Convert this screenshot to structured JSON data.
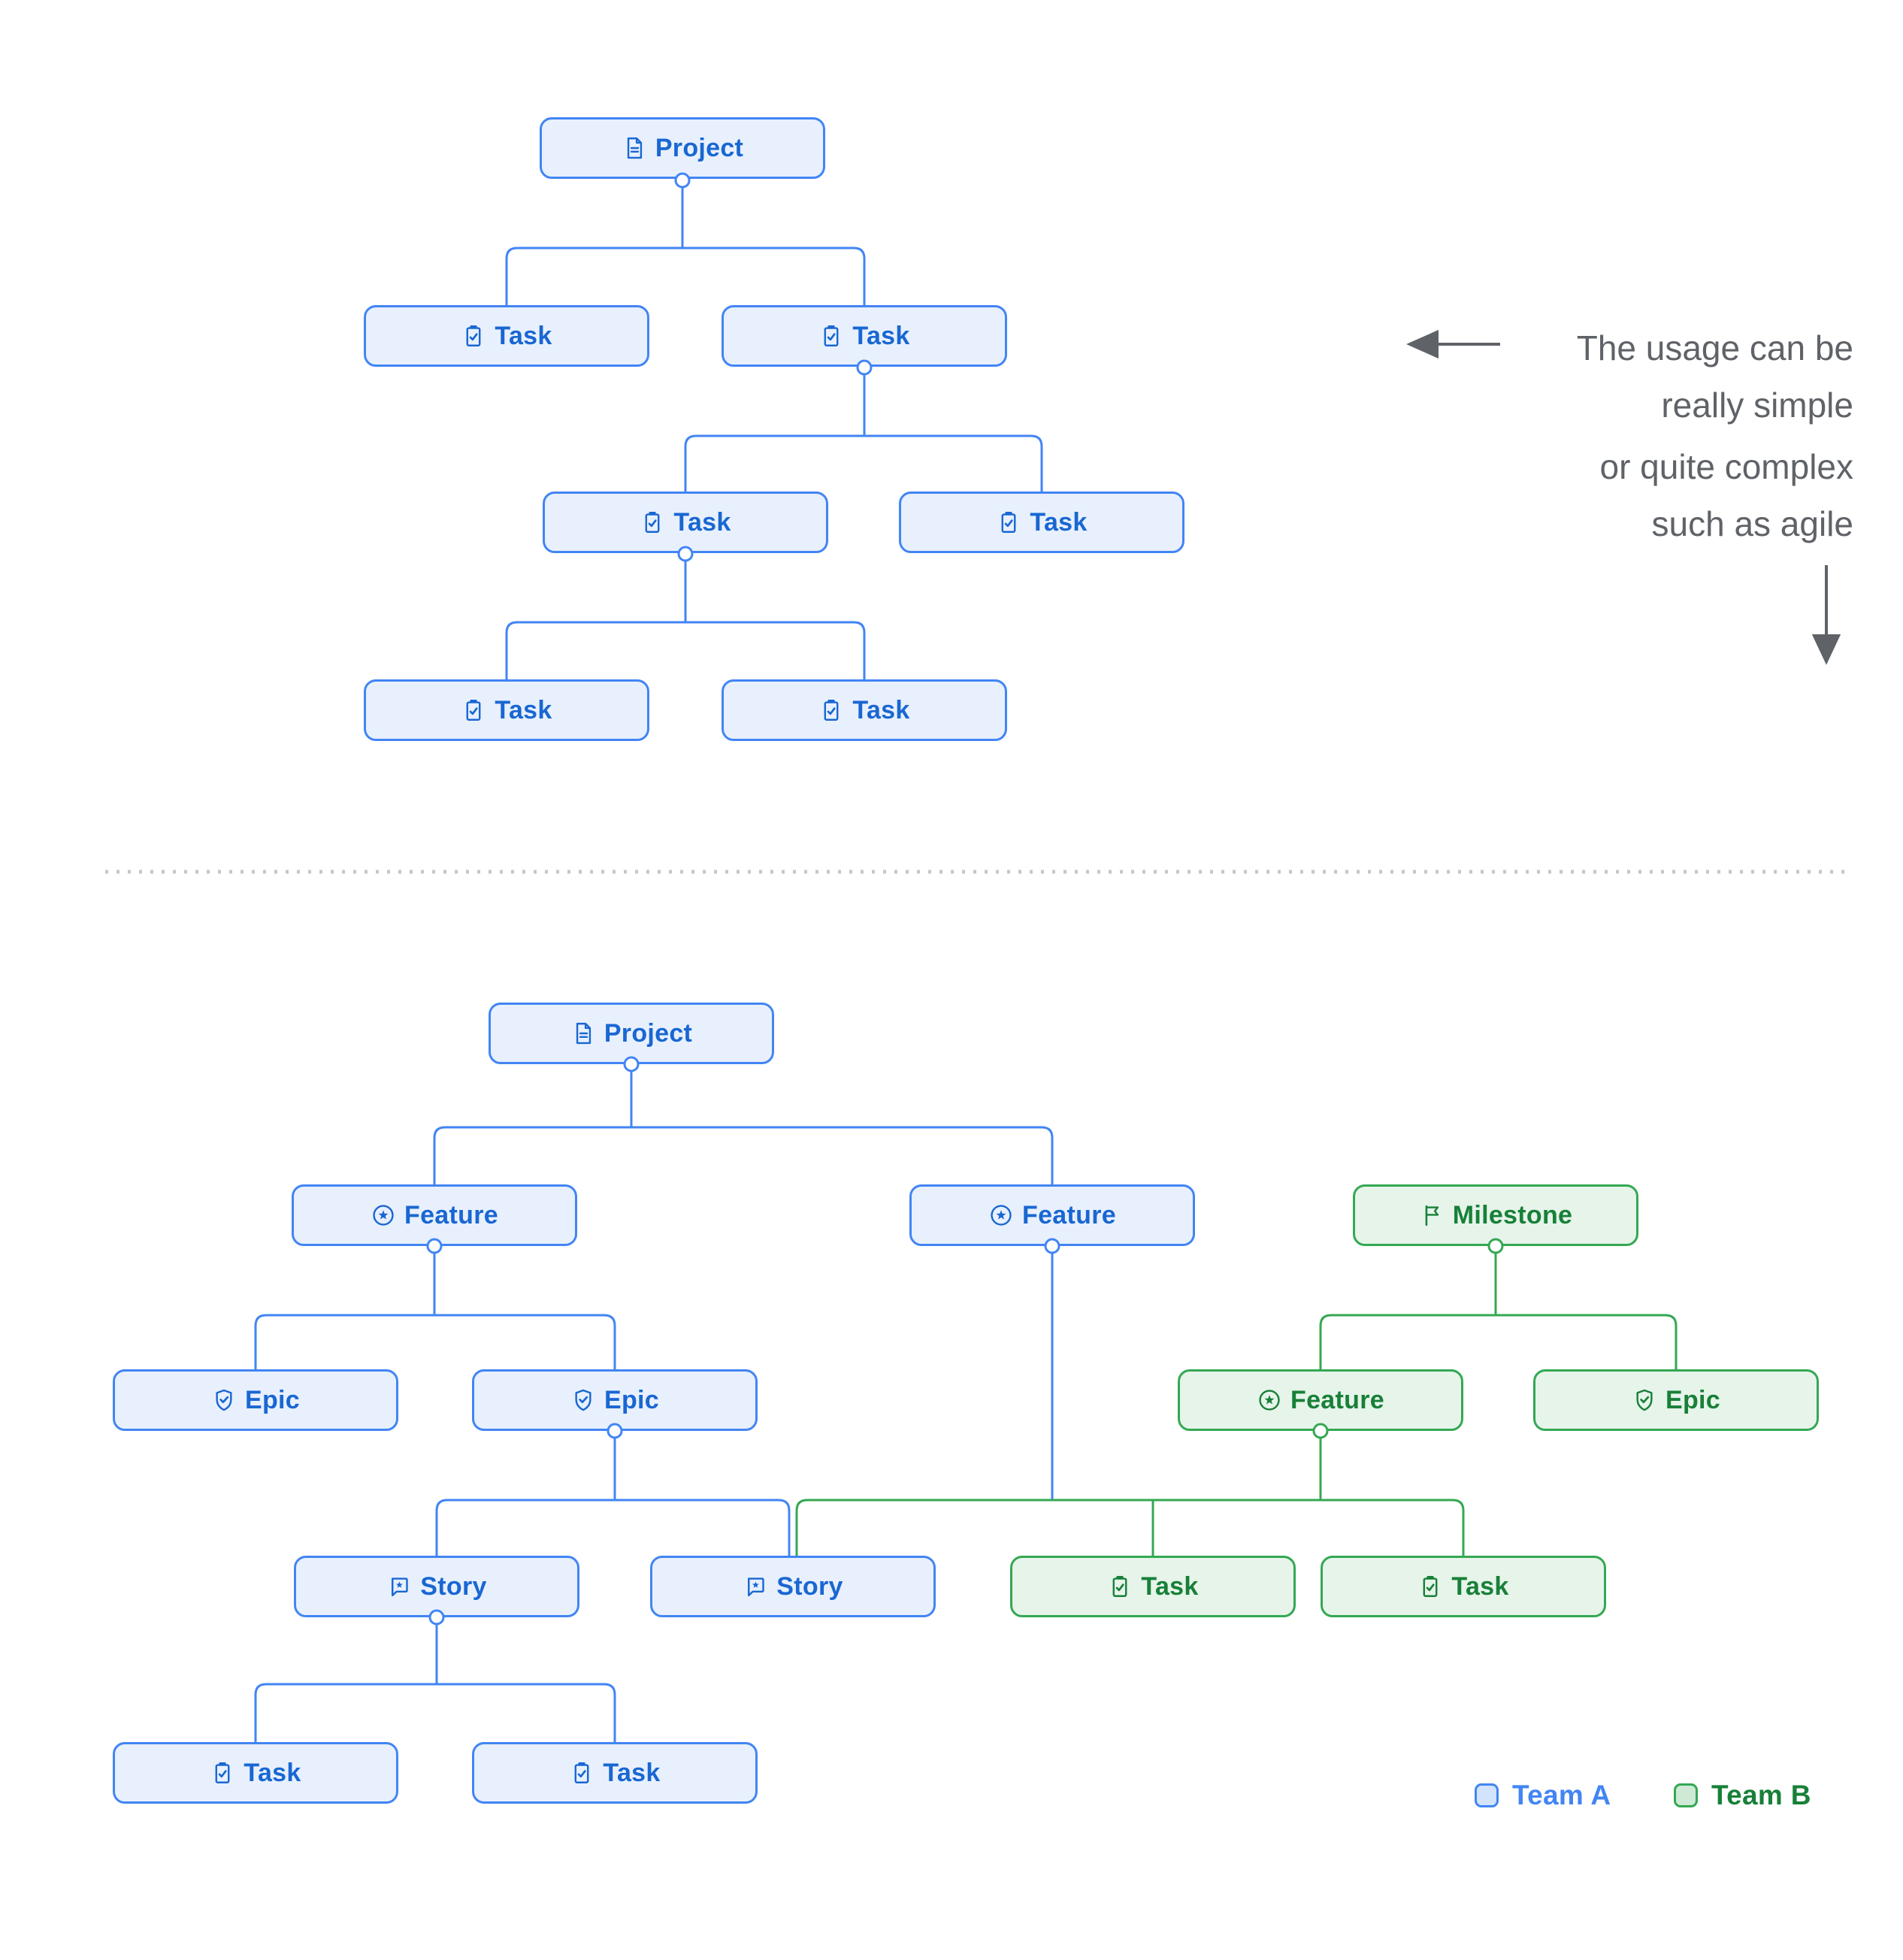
{
  "palette": {
    "team_a_border": "#4285f4",
    "team_a_fill": "#e8f0fe",
    "team_a_text": "#1967d2",
    "team_b_border": "#34a853",
    "team_b_fill": "#e6f4ea",
    "team_b_text": "#188038",
    "annotation_text": "#5f6368",
    "divider": "#c4c7cc"
  },
  "annotations": {
    "simple_line1": "The usage can be",
    "simple_line2": "really simple",
    "complex_line1": "or quite complex",
    "complex_line2": "such as agile",
    "left_arrow_icon": "arrow-left-icon",
    "down_arrow_icon": "arrow-down-icon"
  },
  "legend": {
    "team_a_label": "Team A",
    "team_b_label": "Team B"
  },
  "tree_simple": {
    "nodes": [
      {
        "label": "Project",
        "icon": "document-icon",
        "team": "A"
      },
      {
        "label": "Task",
        "icon": "task-icon",
        "team": "A"
      },
      {
        "label": "Task",
        "icon": "task-icon",
        "team": "A"
      },
      {
        "label": "Task",
        "icon": "task-icon",
        "team": "A"
      },
      {
        "label": "Task",
        "icon": "task-icon",
        "team": "A"
      },
      {
        "label": "Task",
        "icon": "task-icon",
        "team": "A"
      },
      {
        "label": "Task",
        "icon": "task-icon",
        "team": "A"
      }
    ]
  },
  "tree_complex": {
    "nodes": [
      {
        "label": "Project",
        "icon": "document-icon",
        "team": "A"
      },
      {
        "label": "Feature",
        "icon": "feature-icon",
        "team": "A"
      },
      {
        "label": "Feature",
        "icon": "feature-icon",
        "team": "A"
      },
      {
        "label": "Milestone",
        "icon": "milestone-icon",
        "team": "B"
      },
      {
        "label": "Epic",
        "icon": "epic-icon",
        "team": "A"
      },
      {
        "label": "Epic",
        "icon": "epic-icon",
        "team": "A"
      },
      {
        "label": "Feature",
        "icon": "feature-icon",
        "team": "B"
      },
      {
        "label": "Epic",
        "icon": "epic-icon",
        "team": "B"
      },
      {
        "label": "Story",
        "icon": "story-icon",
        "team": "A"
      },
      {
        "label": "Story",
        "icon": "story-icon",
        "team": "A"
      },
      {
        "label": "Task",
        "icon": "task-icon",
        "team": "B"
      },
      {
        "label": "Task",
        "icon": "task-icon",
        "team": "B"
      },
      {
        "label": "Task",
        "icon": "task-icon",
        "team": "A"
      },
      {
        "label": "Task",
        "icon": "task-icon",
        "team": "A"
      }
    ]
  }
}
